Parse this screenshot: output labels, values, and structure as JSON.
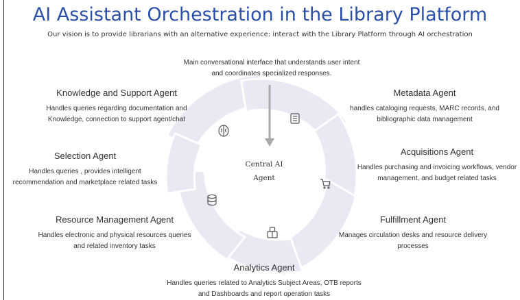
{
  "title": "AI Assistant Orchestration in the Library Platform",
  "subtitle": "Our vision is to provide librarians with an alternative experience: interact with the Library Platform through AI orchestration",
  "center": {
    "label_line1": "Central AI",
    "label_line2": "Agent",
    "description": "Main conversational interface that understands user intent and coordinates specialized responses."
  },
  "agents": {
    "knowledge": {
      "title": "Knowledge and Support Agent",
      "description": "Handles queries regarding documentation and Knowledge, connection to support agent/chat",
      "icon": "brain-icon"
    },
    "metadata": {
      "title": "Metadata Agent",
      "description": "handles cataloging requests, MARC records, and bibliographic data management",
      "icon": "book-icon"
    },
    "selection": {
      "title": "Selection Agent",
      "description": "Handles queries , provides intelligent recommendation and marketplace related tasks",
      "icon": "none"
    },
    "acquisitions": {
      "title": "Acquisitions Agent",
      "description": "Handles purchasing and invoicing workflows, vendor management, and budget related tasks",
      "icon": "cart-icon"
    },
    "resource": {
      "title": "Resource Management Agent",
      "description": "Handles electronic and physical resources queries and related inventory tasks",
      "icon": "database-icon"
    },
    "fulfillment": {
      "title": "Fulfillment Agent",
      "description": "Manages circulation desks and resource delivery processes",
      "icon": "none"
    },
    "analytics": {
      "title": "Analytics Agent",
      "description": "Handles queries related to Analytics Subject Areas, OTB reports and Dashboards and report operation tasks",
      "icon": "package-icon"
    }
  },
  "colors": {
    "title": "#2b4fa8",
    "ring": "#e9e8f3",
    "arrow": "#a9a9a9",
    "text": "#333333"
  }
}
